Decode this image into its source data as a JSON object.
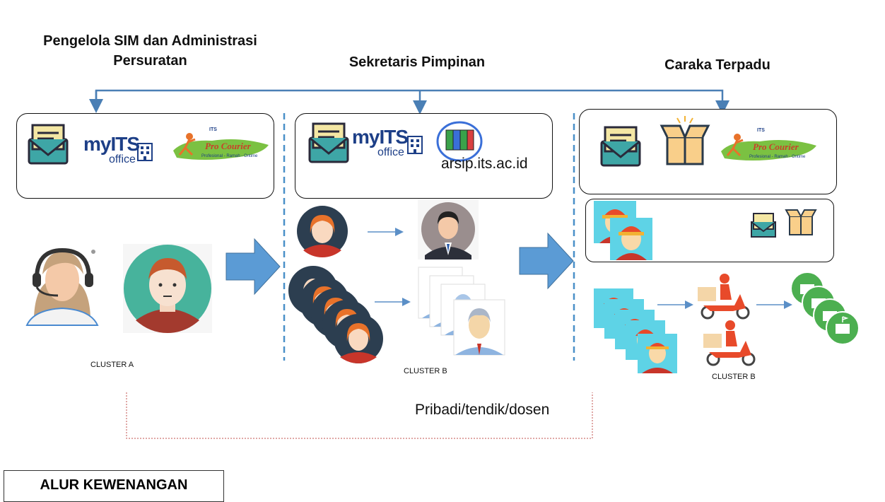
{
  "columns": [
    {
      "heading_line1": "Pengelola SIM dan Administrasi",
      "heading_line2": "Persuratan",
      "cluster": "CLUSTER A"
    },
    {
      "heading": "Sekretaris Pimpinan",
      "cluster": "CLUSTER B",
      "arsip_label": "arsip.its.ac.id"
    },
    {
      "heading": "Caraka Terpadu",
      "cluster": "CLUSTER B"
    }
  ],
  "myits": {
    "big": "myITS",
    "small": "office"
  },
  "courier_logo": {
    "top": "ITS",
    "name": "Pro Courier",
    "tagline": "Profesional - Ramah - Ontime"
  },
  "scope_label": "Pribadi/tendik/dosen",
  "footer_label": "ALUR KEWENANGAN",
  "colors": {
    "connector": "#4a7fb5",
    "big_arrow": "#5b9bd5",
    "divider": "#4a90c8",
    "scope_border": "#c0504d"
  }
}
